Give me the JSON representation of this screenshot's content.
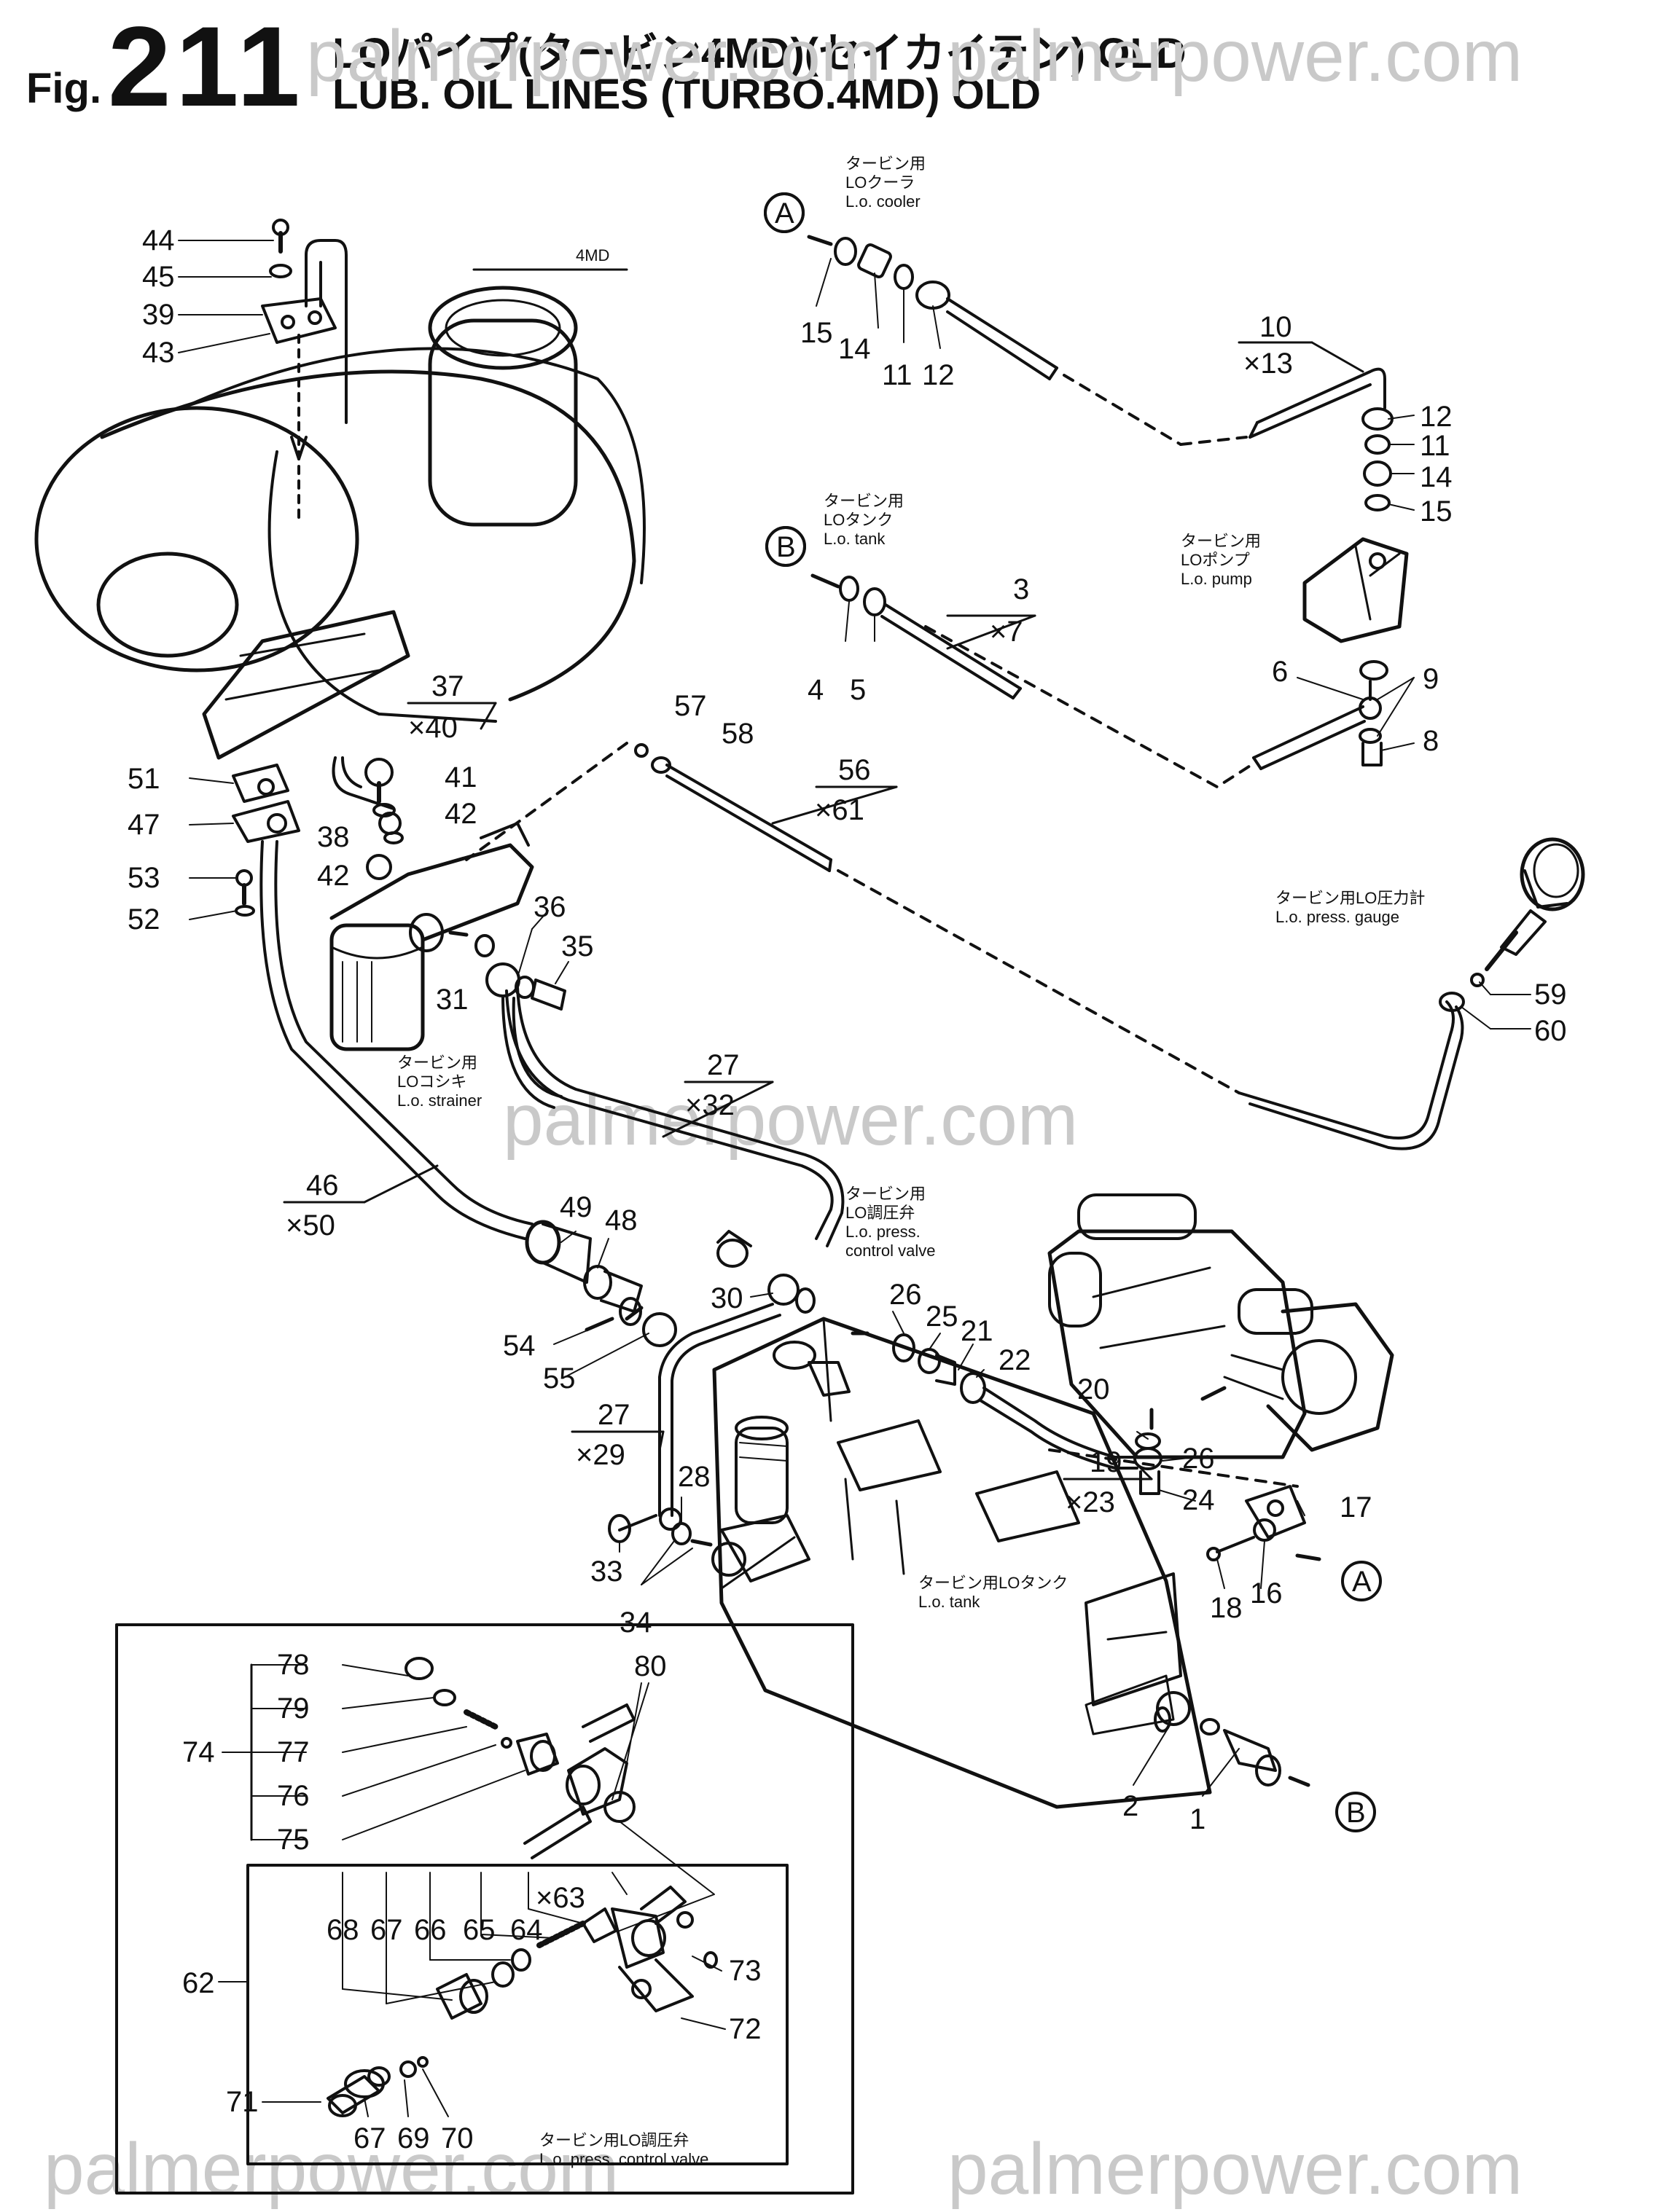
{
  "header": {
    "fig_prefix": "Fig.",
    "fig_number": "211",
    "title_jp": "LOパイプ(タービン4MD)(セイカイテン) OLD",
    "title_en": "LUB. OIL LINES (TURBO.4MD) OLD"
  },
  "watermark": "palmerpower.com",
  "engine_label": "4MD",
  "callouts": {
    "A": "A",
    "B": "B"
  },
  "labels": {
    "lo_cooler": {
      "jp1": "タービン用",
      "jp2": "LOクーラ",
      "en": "L.o. cooler"
    },
    "lo_tank_top": {
      "jp1": "タービン用",
      "jp2": "LOタンク",
      "en": "L.o. tank"
    },
    "lo_pump": {
      "jp1": "タービン用",
      "jp2": "LOポンプ",
      "en": "L.o. pump"
    },
    "lo_gauge": {
      "jp": "タービン用LO圧力計",
      "en": "L.o. press. gauge"
    },
    "lo_strainer": {
      "jp1": "タービン用",
      "jp2": "LOコシキ",
      "en": "L.o. strainer"
    },
    "lo_valve_main": {
      "jp1": "タービン用",
      "jp2": "LO調圧弁",
      "en1": "L.o. press.",
      "en2": "control valve"
    },
    "lo_tank_main": {
      "jp": "タービン用LOタンク",
      "en": "L.o. tank"
    },
    "lo_valve_inset": {
      "jp": "タービン用LO調圧弁",
      "en": "L.o. press. control valve"
    }
  },
  "pipes": {
    "p10": {
      "num": "10",
      "qty": "×13"
    },
    "p3": {
      "num": "3",
      "qty": "×7"
    },
    "p37": {
      "num": "37",
      "qty": "×40"
    },
    "p56": {
      "num": "56",
      "qty": "×61"
    },
    "p27a": {
      "num": "27",
      "qty": "×32"
    },
    "p46": {
      "num": "46",
      "qty": "×50"
    },
    "p27b": {
      "num": "27",
      "qty": "×29"
    },
    "p19": {
      "num": "19",
      "qty": "×23"
    },
    "p63": {
      "qty": "×63"
    }
  },
  "part_numbers": {
    "n44": "44",
    "n45": "45",
    "n39": "39",
    "n43": "43",
    "n15a": "15",
    "n14a": "14",
    "n11a": "11",
    "n12a": "12",
    "n12b": "12",
    "n11b": "11",
    "n14b": "14",
    "n15b": "15",
    "n4": "4",
    "n5": "5",
    "n6": "6",
    "n9": "9",
    "n8": "8",
    "n51": "51",
    "n47": "47",
    "n53": "53",
    "n52": "52",
    "n41": "41",
    "n42a": "42",
    "n38": "38",
    "n42b": "42",
    "n57": "57",
    "n58": "58",
    "n36": "36",
    "n35": "35",
    "n31": "31",
    "n59": "59",
    "n60": "60",
    "n49": "49",
    "n48": "48",
    "n54": "54",
    "n55": "55",
    "n30": "30",
    "n26a": "26",
    "n25": "25",
    "n21": "21",
    "n22": "22",
    "n20": "20",
    "n26b": "26",
    "n24": "24",
    "n28": "28",
    "n33": "33",
    "n34": "34",
    "n17": "17",
    "n18": "18",
    "n16": "16",
    "n2": "2",
    "n1": "1",
    "n78": "78",
    "n79": "79",
    "n74": "74",
    "n77": "77",
    "n76": "76",
    "n75": "75",
    "n80": "80",
    "n68": "68",
    "n67a": "67",
    "n66": "66",
    "n65": "65",
    "n64": "64",
    "n73": "73",
    "n62": "62",
    "n72": "72",
    "n71": "71",
    "n67b": "67",
    "n69": "69",
    "n70": "70"
  }
}
